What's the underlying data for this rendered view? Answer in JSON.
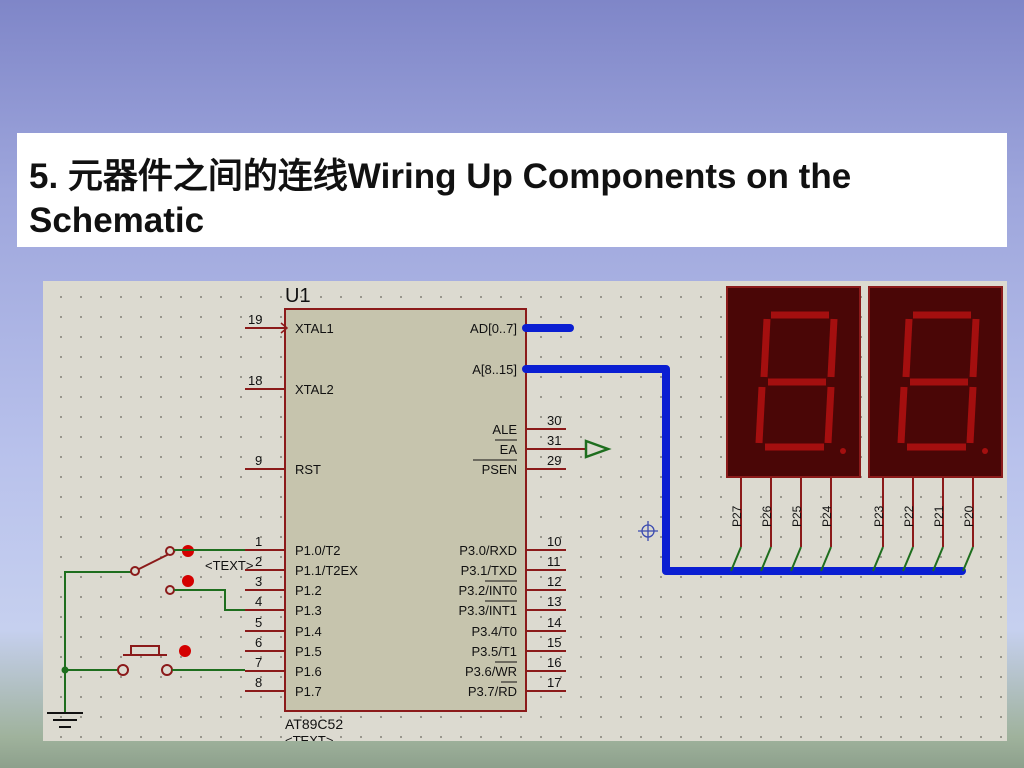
{
  "slide": {
    "title": "5. 元器件之间的连线Wiring Up Components on the Schematic"
  },
  "schematic": {
    "ref": "U1",
    "part": "AT89C52",
    "part_text": "<TEXT>",
    "switch_text": "<TEXT>",
    "colors": {
      "bus": "#0a1ed2",
      "wire": "#1e6e1e",
      "pin": "#8b1a1a",
      "chip_fill": "#c6c4ad",
      "display_bg": "#4a0606",
      "segment": "#a40f0f"
    },
    "left_pins": [
      {
        "num": "19",
        "name": "XTAL1"
      },
      {
        "num": "18",
        "name": "XTAL2"
      },
      {
        "num": "9",
        "name": "RST"
      },
      {
        "num": "1",
        "name": "P1.0/T2"
      },
      {
        "num": "2",
        "name": "P1.1/T2EX"
      },
      {
        "num": "3",
        "name": "P1.2"
      },
      {
        "num": "4",
        "name": "P1.3"
      },
      {
        "num": "5",
        "name": "P1.4"
      },
      {
        "num": "6",
        "name": "P1.5"
      },
      {
        "num": "7",
        "name": "P1.6"
      },
      {
        "num": "8",
        "name": "P1.7"
      }
    ],
    "right_pins": [
      {
        "num": "",
        "name": "AD[0..7]"
      },
      {
        "num": "",
        "name": "A[8..15]"
      },
      {
        "num": "30",
        "name": "ALE"
      },
      {
        "num": "31",
        "name": "EA"
      },
      {
        "num": "29",
        "name": "PSEN"
      },
      {
        "num": "10",
        "name": "P3.0/RXD"
      },
      {
        "num": "11",
        "name": "P3.1/TXD"
      },
      {
        "num": "12",
        "name": "P3.2/INT0"
      },
      {
        "num": "13",
        "name": "P3.3/INT1"
      },
      {
        "num": "14",
        "name": "P3.4/T0"
      },
      {
        "num": "15",
        "name": "P3.5/T1"
      },
      {
        "num": "16",
        "name": "P3.6/WR"
      },
      {
        "num": "17",
        "name": "P3.7/RD"
      }
    ],
    "display_pins": [
      "P27",
      "P26",
      "P25",
      "P24",
      "P23",
      "P22",
      "P21",
      "P20"
    ]
  }
}
